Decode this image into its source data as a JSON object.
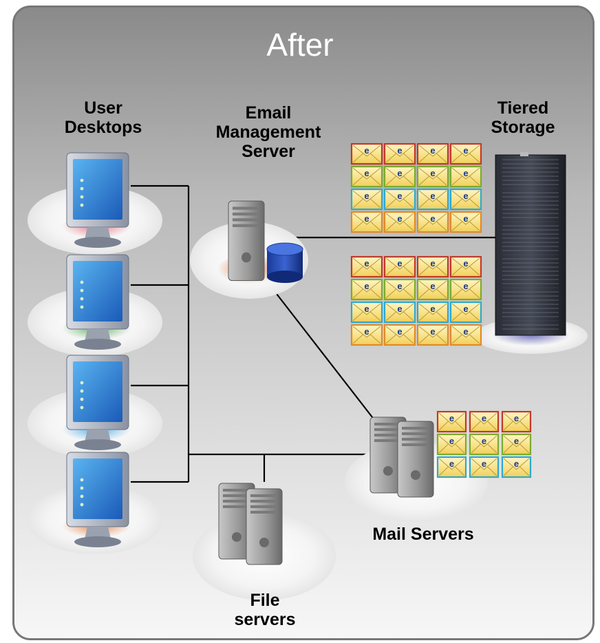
{
  "title": "After",
  "labels": {
    "user_desktops": [
      "User",
      "Desktops"
    ],
    "email_management_server": [
      "Email",
      "Management",
      "Server"
    ],
    "tiered_storage": [
      "Tiered",
      "Storage"
    ],
    "mail_servers": "Mail Servers",
    "file_servers": [
      "File",
      "servers"
    ]
  },
  "envelope_letter": "e",
  "colors": {
    "envelope_row_borders": [
      "#c0392b",
      "#7cab2e",
      "#2fa8cc",
      "#e08a2a"
    ],
    "desktop_halos": [
      "#e06070",
      "#4aa04a",
      "#3aa0e0",
      "#e07030"
    ],
    "connector": "#000000"
  },
  "envelope_groups": [
    {
      "name": "storage-upper",
      "rows": 4,
      "cols": 4
    },
    {
      "name": "storage-lower",
      "rows": 4,
      "cols": 4
    },
    {
      "name": "mail-servers",
      "rows": 3,
      "cols": 3
    }
  ]
}
